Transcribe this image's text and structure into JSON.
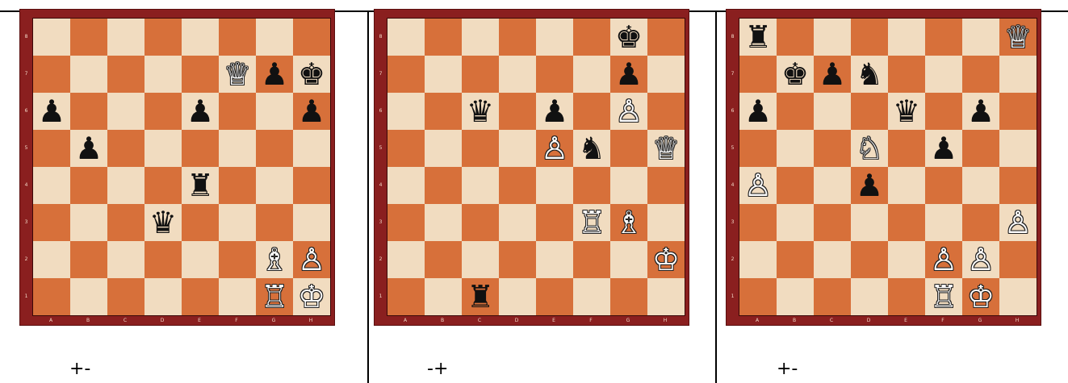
{
  "files": [
    "A",
    "B",
    "C",
    "D",
    "E",
    "F",
    "G",
    "H"
  ],
  "ranks": [
    "8",
    "7",
    "6",
    "5",
    "4",
    "3",
    "2",
    "1"
  ],
  "colors": {
    "light_square": "#f1dcc0",
    "dark_square": "#d7703a",
    "frame": "#8a1f1f"
  },
  "diagrams": [
    {
      "eval": "+-",
      "pieces": [
        {
          "sq": "f7",
          "glyph": "♕",
          "color": "white",
          "name": "queen"
        },
        {
          "sq": "g7",
          "glyph": "♟",
          "color": "black",
          "name": "pawn"
        },
        {
          "sq": "h7",
          "glyph": "♚",
          "color": "black",
          "name": "king"
        },
        {
          "sq": "a6",
          "glyph": "♟",
          "color": "black",
          "name": "pawn"
        },
        {
          "sq": "e6",
          "glyph": "♟",
          "color": "black",
          "name": "pawn"
        },
        {
          "sq": "h6",
          "glyph": "♟",
          "color": "black",
          "name": "pawn"
        },
        {
          "sq": "b5",
          "glyph": "♟",
          "color": "black",
          "name": "pawn"
        },
        {
          "sq": "e4",
          "glyph": "♜",
          "color": "black",
          "name": "rook"
        },
        {
          "sq": "d3",
          "glyph": "♛",
          "color": "black",
          "name": "queen"
        },
        {
          "sq": "g2",
          "glyph": "♗",
          "color": "white",
          "name": "bishop"
        },
        {
          "sq": "h2",
          "glyph": "♙",
          "color": "white",
          "name": "pawn"
        },
        {
          "sq": "g1",
          "glyph": "♖",
          "color": "white",
          "name": "rook"
        },
        {
          "sq": "h1",
          "glyph": "♔",
          "color": "white",
          "name": "king"
        }
      ]
    },
    {
      "eval": "-+",
      "pieces": [
        {
          "sq": "g8",
          "glyph": "♚",
          "color": "black",
          "name": "king"
        },
        {
          "sq": "g7",
          "glyph": "♟",
          "color": "black",
          "name": "pawn"
        },
        {
          "sq": "c6",
          "glyph": "♛",
          "color": "black",
          "name": "queen"
        },
        {
          "sq": "e6",
          "glyph": "♟",
          "color": "black",
          "name": "pawn"
        },
        {
          "sq": "g6",
          "glyph": "♙",
          "color": "white",
          "name": "pawn"
        },
        {
          "sq": "e5",
          "glyph": "♙",
          "color": "white",
          "name": "pawn"
        },
        {
          "sq": "f5",
          "glyph": "♞",
          "color": "black",
          "name": "knight"
        },
        {
          "sq": "h5",
          "glyph": "♕",
          "color": "white",
          "name": "queen"
        },
        {
          "sq": "f3",
          "glyph": "♖",
          "color": "white",
          "name": "rook"
        },
        {
          "sq": "g3",
          "glyph": "♗",
          "color": "white",
          "name": "bishop"
        },
        {
          "sq": "h2",
          "glyph": "♔",
          "color": "white",
          "name": "king"
        },
        {
          "sq": "c1",
          "glyph": "♜",
          "color": "black",
          "name": "rook"
        }
      ]
    },
    {
      "eval": "+-",
      "pieces": [
        {
          "sq": "a8",
          "glyph": "♜",
          "color": "black",
          "name": "rook"
        },
        {
          "sq": "h8",
          "glyph": "♕",
          "color": "white",
          "name": "queen"
        },
        {
          "sq": "b7",
          "glyph": "♚",
          "color": "black",
          "name": "king"
        },
        {
          "sq": "c7",
          "glyph": "♟",
          "color": "black",
          "name": "pawn"
        },
        {
          "sq": "d7",
          "glyph": "♞",
          "color": "black",
          "name": "knight"
        },
        {
          "sq": "a6",
          "glyph": "♟",
          "color": "black",
          "name": "pawn"
        },
        {
          "sq": "e6",
          "glyph": "♛",
          "color": "black",
          "name": "queen"
        },
        {
          "sq": "g6",
          "glyph": "♟",
          "color": "black",
          "name": "pawn"
        },
        {
          "sq": "d5",
          "glyph": "♘",
          "color": "white",
          "name": "knight"
        },
        {
          "sq": "f5",
          "glyph": "♟",
          "color": "black",
          "name": "pawn"
        },
        {
          "sq": "a4",
          "glyph": "♙",
          "color": "white",
          "name": "pawn"
        },
        {
          "sq": "d4",
          "glyph": "♟",
          "color": "black",
          "name": "pawn"
        },
        {
          "sq": "h3",
          "glyph": "♙",
          "color": "white",
          "name": "pawn"
        },
        {
          "sq": "f2",
          "glyph": "♙",
          "color": "white",
          "name": "pawn"
        },
        {
          "sq": "g2",
          "glyph": "♙",
          "color": "white",
          "name": "pawn"
        },
        {
          "sq": "f1",
          "glyph": "♖",
          "color": "white",
          "name": "rook"
        },
        {
          "sq": "g1",
          "glyph": "♔",
          "color": "white",
          "name": "king"
        }
      ]
    }
  ]
}
